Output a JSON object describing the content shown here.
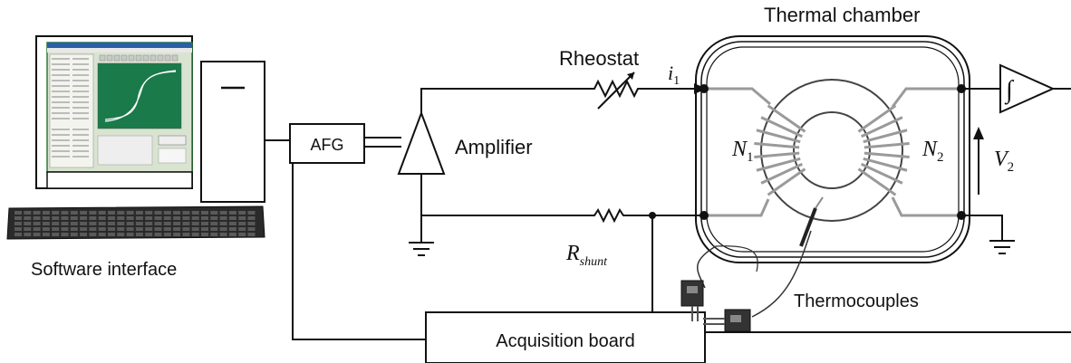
{
  "labels": {
    "thermal_chamber": "Thermal chamber",
    "rheostat": "Rheostat",
    "current_symbol": "i",
    "current_sub": "1",
    "afg": "AFG",
    "amplifier": "Amplifier",
    "n1_symbol": "N",
    "n1_sub": "1",
    "n2_symbol": "N",
    "n2_sub": "2",
    "v2_symbol": "V",
    "v2_sub": "2",
    "rshunt_symbol": "R",
    "rshunt_sub": "shunt",
    "software_interface": "Software interface",
    "thermocouples": "Thermocouples",
    "acquisition_board": "Acquisition board",
    "integrator_symbol": "∫"
  },
  "colors": {
    "line": "#111111",
    "coil": "#9a9a9a",
    "screen_bg": "#1a7a4a",
    "screen_frame": "#2f7a3a",
    "keyboard": "#2a2a2a",
    "thermocouple_body": "#333333"
  },
  "icons": {
    "computer": "desktop-computer-icon",
    "keyboard": "keyboard-icon",
    "amplifier": "triangle-amplifier-icon",
    "integrator": "integrator-icon",
    "ground": "ground-icon",
    "resistor": "resistor-icon",
    "thermocouple": "thermocouple-probe-icon"
  }
}
